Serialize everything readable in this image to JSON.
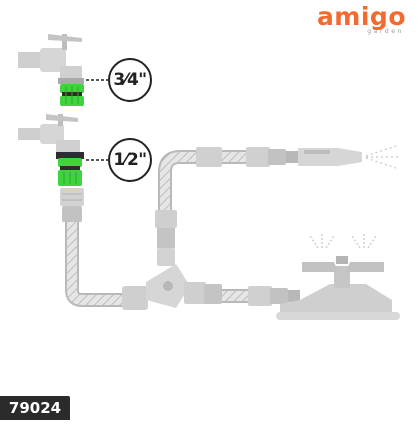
{
  "brand": {
    "name": "amigo",
    "tagline": "garden",
    "color": "#f26a2e"
  },
  "labels": {
    "thread_top": "3⁄4\"",
    "thread_bottom": "1⁄2\""
  },
  "article_number": "79024",
  "colors": {
    "connector_green": "#3fd33f",
    "connector_dark": "#2d2d2d",
    "hose_gray": "#c8c8c8",
    "part_gray": "#d0d0d0",
    "accent": "#f26a2e"
  },
  "icons": [
    "faucet-icon",
    "tap-connector-icon",
    "hose-connector-icon",
    "y-splitter-icon",
    "spray-nozzle-icon",
    "sprinkler-icon"
  ]
}
